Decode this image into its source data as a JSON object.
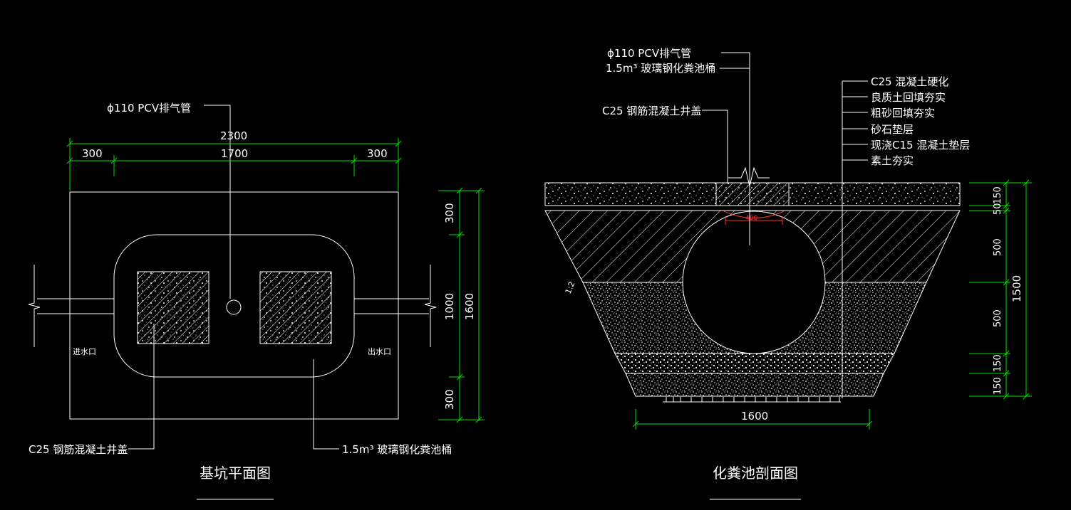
{
  "colors": {
    "background": "#000000",
    "line": "#ffffff",
    "dimension": "#00e000",
    "accent": "#ff3030"
  },
  "plan": {
    "title": "基坑平面图",
    "vent_pipe": "ϕ110 PCV排气管",
    "cover": "C25 钢筋混凝土井盖",
    "tank": "1.5m³ 玻璃钢化粪池桶",
    "inlet": "进水口",
    "outlet": "出水口",
    "dim_total": "2300",
    "dim_left": "300",
    "dim_mid": "1700",
    "dim_right": "300",
    "dim_v_top": "300",
    "dim_v_mid": "1000",
    "dim_v_bot": "300",
    "dim_v_total": "1600"
  },
  "section": {
    "title": "化粪池剖面图",
    "vent_pipe": "ϕ110 PCV排气管",
    "tank": "1.5m³ 玻璃钢化粪池桶",
    "cover": "C25 钢筋混凝土井盖",
    "layers": [
      "C25 混凝土硬化",
      "良质土回填夯实",
      "粗砂回填夯实",
      "砂石垫层",
      "现浇C15 混凝土垫层",
      "素土夯实"
    ],
    "slope": "1:2",
    "dim_bottom": "1600",
    "dim_cover": "400",
    "dim_v1": "150",
    "dim_v2": "50",
    "dim_v3": "500",
    "dim_v4": "500",
    "dim_v5": "150",
    "dim_v6": "150",
    "dim_v_total": "1500"
  }
}
